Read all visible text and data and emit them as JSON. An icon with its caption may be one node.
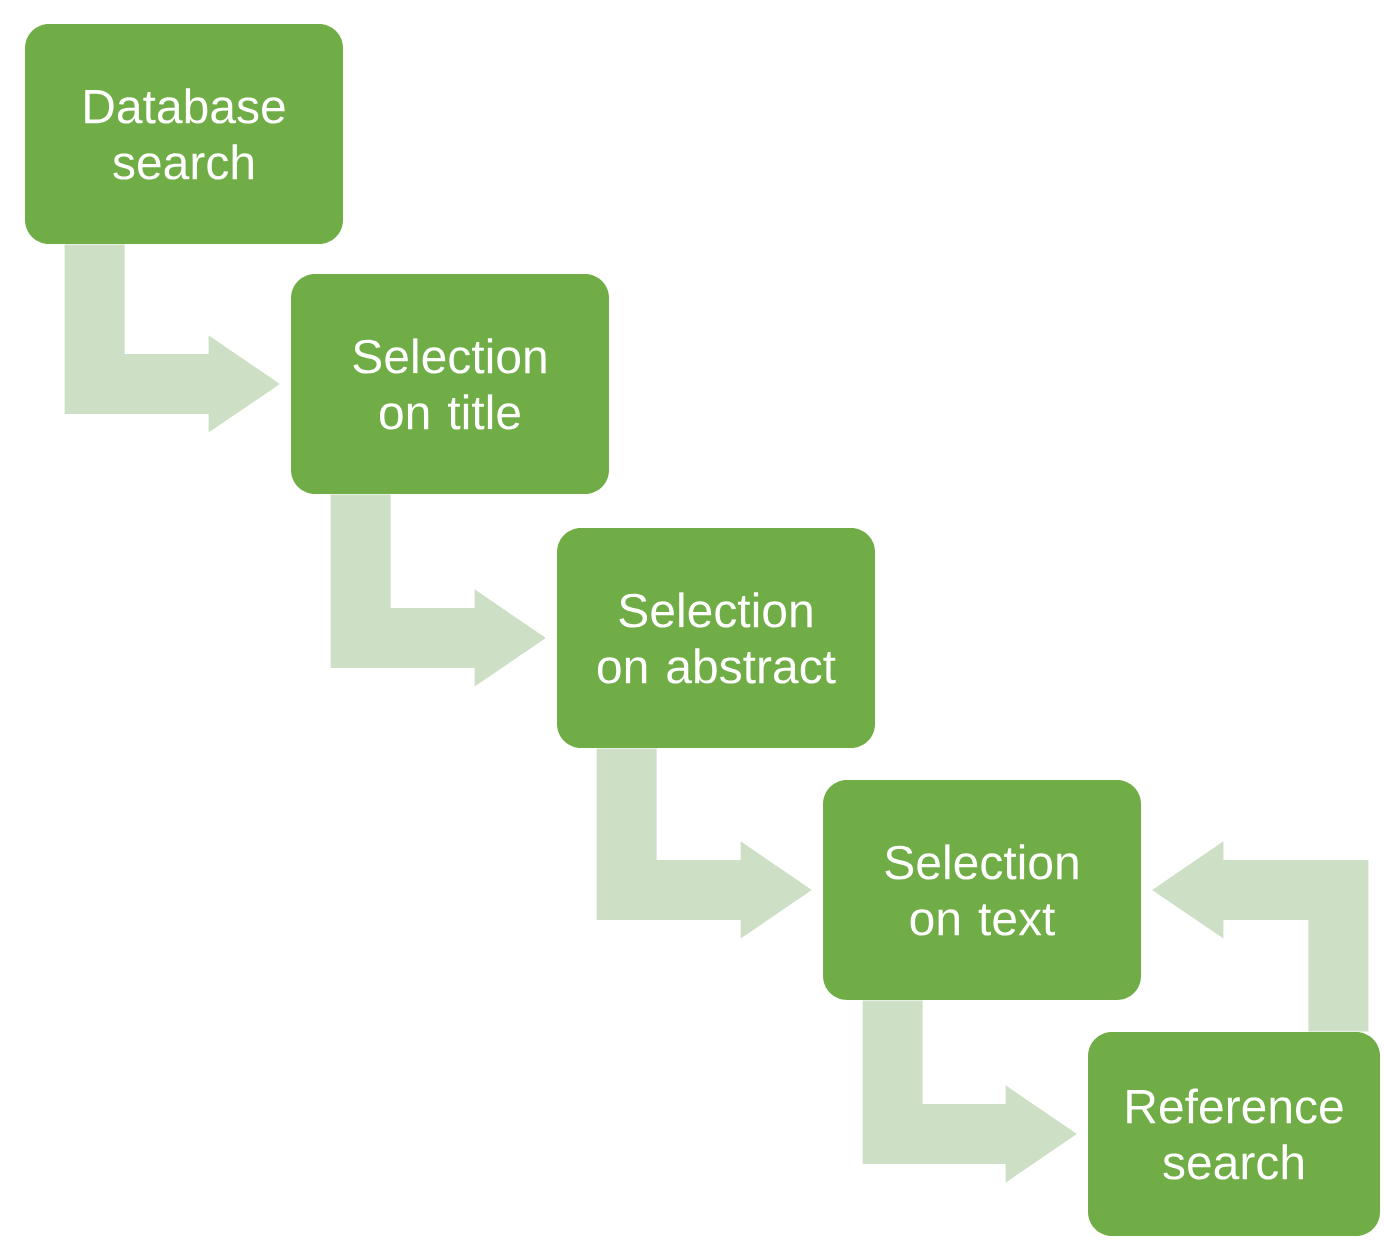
{
  "diagram": {
    "nodes": [
      {
        "text": [
          "Database search"
        ]
      },
      {
        "text": [
          "Selection on title"
        ]
      },
      {
        "text": [
          "Selection on abstract"
        ]
      },
      {
        "text": [
          "Selection on text"
        ]
      },
      {
        "text": [
          "Reference search"
        ]
      }
    ],
    "edges": [
      {
        "from": 0,
        "to": 1,
        "arrow": "to"
      },
      {
        "from": 1,
        "to": 2,
        "arrow": "to"
      },
      {
        "from": 2,
        "to": 3,
        "arrow": "to"
      },
      {
        "from": 3,
        "to": 4,
        "arrow": "to"
      },
      {
        "from": 4,
        "to": 3,
        "arrow": "to"
      }
    ]
  }
}
